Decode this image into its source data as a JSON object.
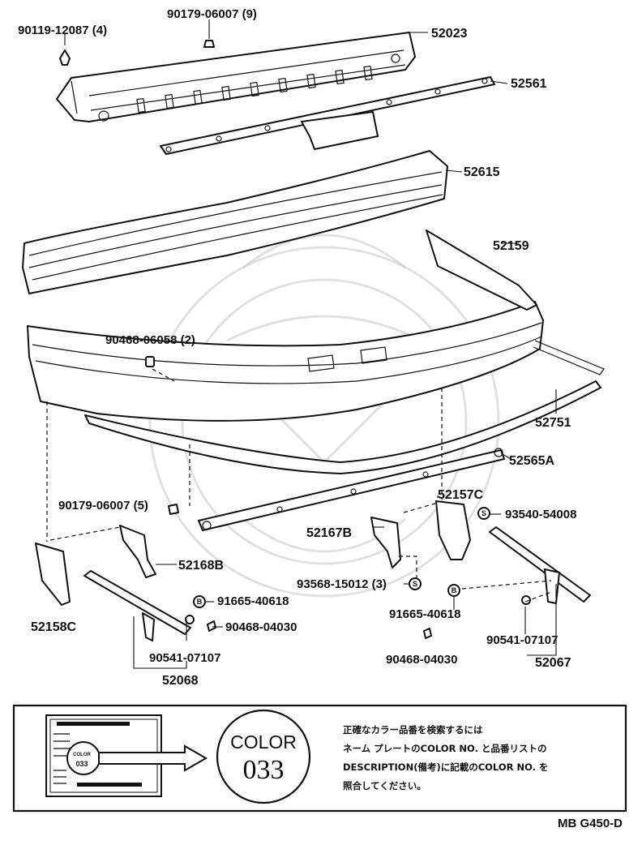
{
  "parts": {
    "p90119": "90119-12087 (4)",
    "p90179a": "90179-06007 (9)",
    "p52023": "52023",
    "p52561": "52561",
    "p52615": "52615",
    "p52159": "52159",
    "p90468a": "90468-06058 (2)",
    "p52751": "52751",
    "p52565": "52565A",
    "p90179b": "90179-06007 (5)",
    "p52157": "52157C",
    "p93540": "93540-54008",
    "p52167": "52167B",
    "p52168": "52168B",
    "p93568": "93568-15012 (3)",
    "p91665a": "91665-40618",
    "p91665b": "91665-40618",
    "p90468b": "90468-04030",
    "p90468c": "90468-04030",
    "p90541a": "90541-07107",
    "p90541b": "90541-07107",
    "p52158": "52158C",
    "p52068": "52068",
    "p52067": "52067"
  },
  "symbols": {
    "s": "S",
    "b": "B"
  },
  "color_box": {
    "color_word": "COLOR",
    "color_code": "033",
    "plate_code": "033",
    "note_lines": [
      "正確なカラー品番を検索するには",
      "ネーム プレートのCOLOR NO. と品番リストの",
      "DESCRIPTION(備考)に記載のCOLOR NO. を",
      "照合してください。"
    ]
  },
  "diagram_code": "MB G450-D"
}
